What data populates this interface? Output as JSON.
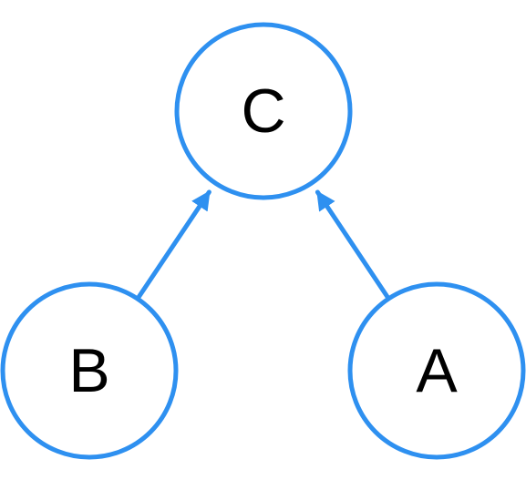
{
  "diagram": {
    "accent_color": "#2E90F0",
    "nodes": [
      {
        "id": "C",
        "label": "C"
      },
      {
        "id": "B",
        "label": "B"
      },
      {
        "id": "A",
        "label": "A"
      }
    ],
    "edges": [
      {
        "from": "B",
        "to": "C"
      },
      {
        "from": "A",
        "to": "C"
      }
    ]
  }
}
